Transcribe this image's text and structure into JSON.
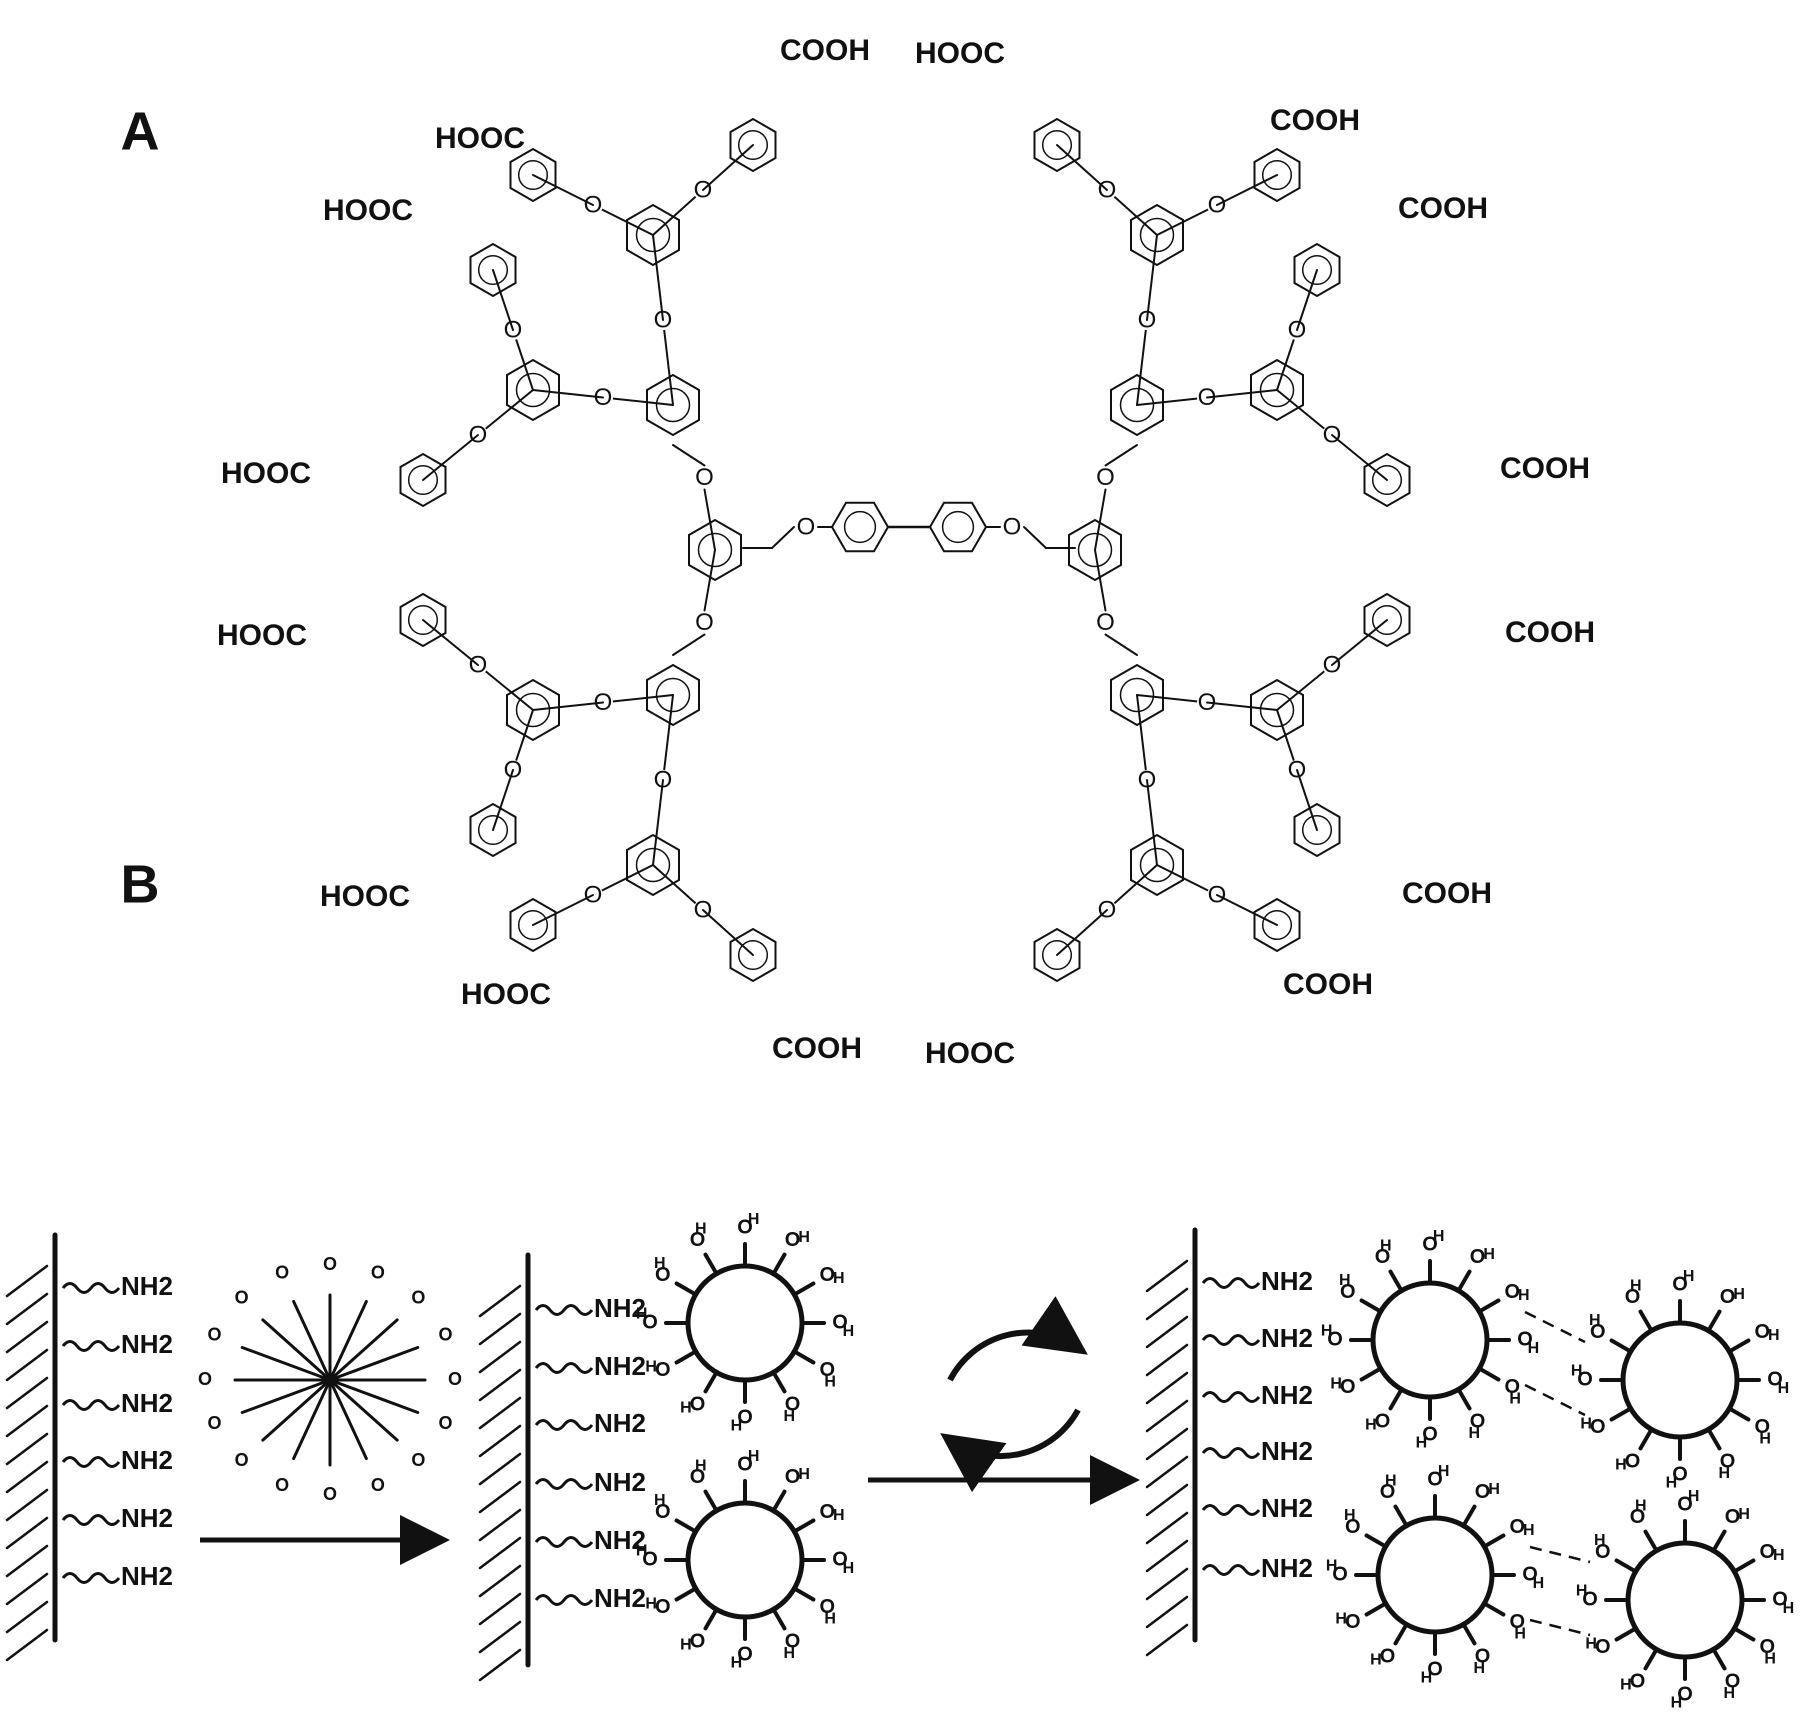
{
  "panel_labels": {
    "a": "A",
    "b": "B"
  },
  "groups": {
    "cooh": "COOH",
    "hooc": "HOOC",
    "ether_o": "O",
    "amine": "NH2",
    "oh_o": "O",
    "oh_h": "H"
  },
  "colors": {
    "ink": "#111111",
    "background": "#ffffff"
  },
  "icons": {
    "cycle": "reversible-cycle-arrows-icon",
    "arrow": "right-arrow-icon"
  }
}
